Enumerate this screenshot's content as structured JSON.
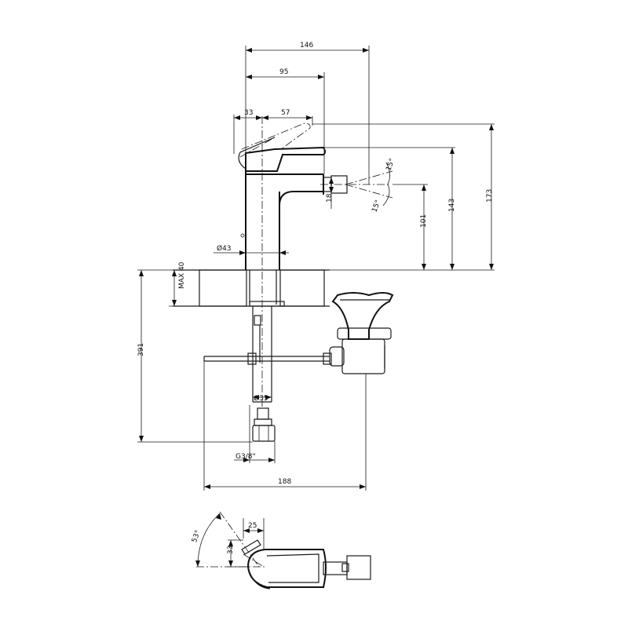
{
  "dimensions": {
    "d146": "146",
    "d95": "95",
    "d33_top": "33",
    "d57": "57",
    "d173": "173",
    "d143": "143",
    "d101": "101",
    "d18": "18",
    "d43": "Ø43",
    "dmax40": "MAX 40",
    "d391": "391",
    "d35": "Ø35",
    "dg38": "G3/8\"",
    "d188": "188",
    "ang15_top": "15°",
    "ang15_bot": "15°",
    "d25": "25",
    "d33_bottom": "33",
    "ang53": "53°"
  }
}
